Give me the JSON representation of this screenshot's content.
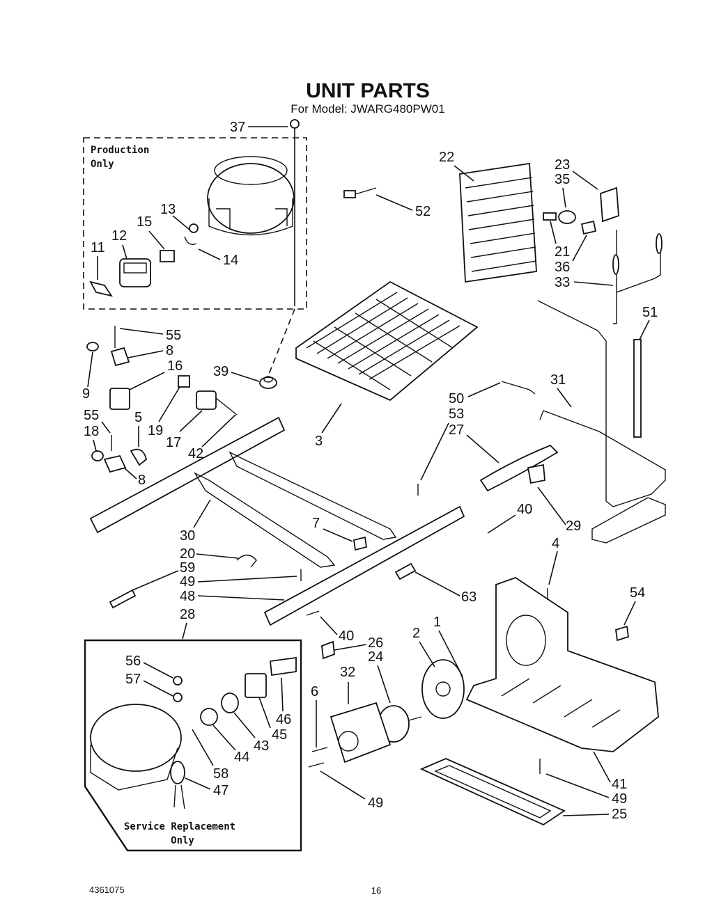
{
  "header": {
    "title": "UNIT PARTS",
    "model_line": "For Model: JWARG480PW01"
  },
  "boxes": {
    "production_line1": "Production",
    "production_line2": "Only",
    "service_line1": "Service Replacement",
    "service_line2": "Only"
  },
  "callouts": [
    "37",
    "22",
    "23",
    "35",
    "52",
    "13",
    "15",
    "12",
    "11",
    "14",
    "21",
    "36",
    "33",
    "55",
    "8",
    "9",
    "16",
    "19",
    "17",
    "42",
    "39",
    "3",
    "51",
    "50",
    "31",
    "53",
    "27",
    "55",
    "18",
    "5",
    "8",
    "30",
    "7",
    "40",
    "29",
    "20",
    "59",
    "49",
    "48",
    "63",
    "4",
    "54",
    "28",
    "40",
    "26",
    "2",
    "1",
    "24",
    "56",
    "32",
    "57",
    "6",
    "46",
    "45",
    "43",
    "44",
    "58",
    "47",
    "49",
    "41",
    "49",
    "25"
  ],
  "footer": {
    "part_number": "4361075",
    "page_number": "16"
  }
}
